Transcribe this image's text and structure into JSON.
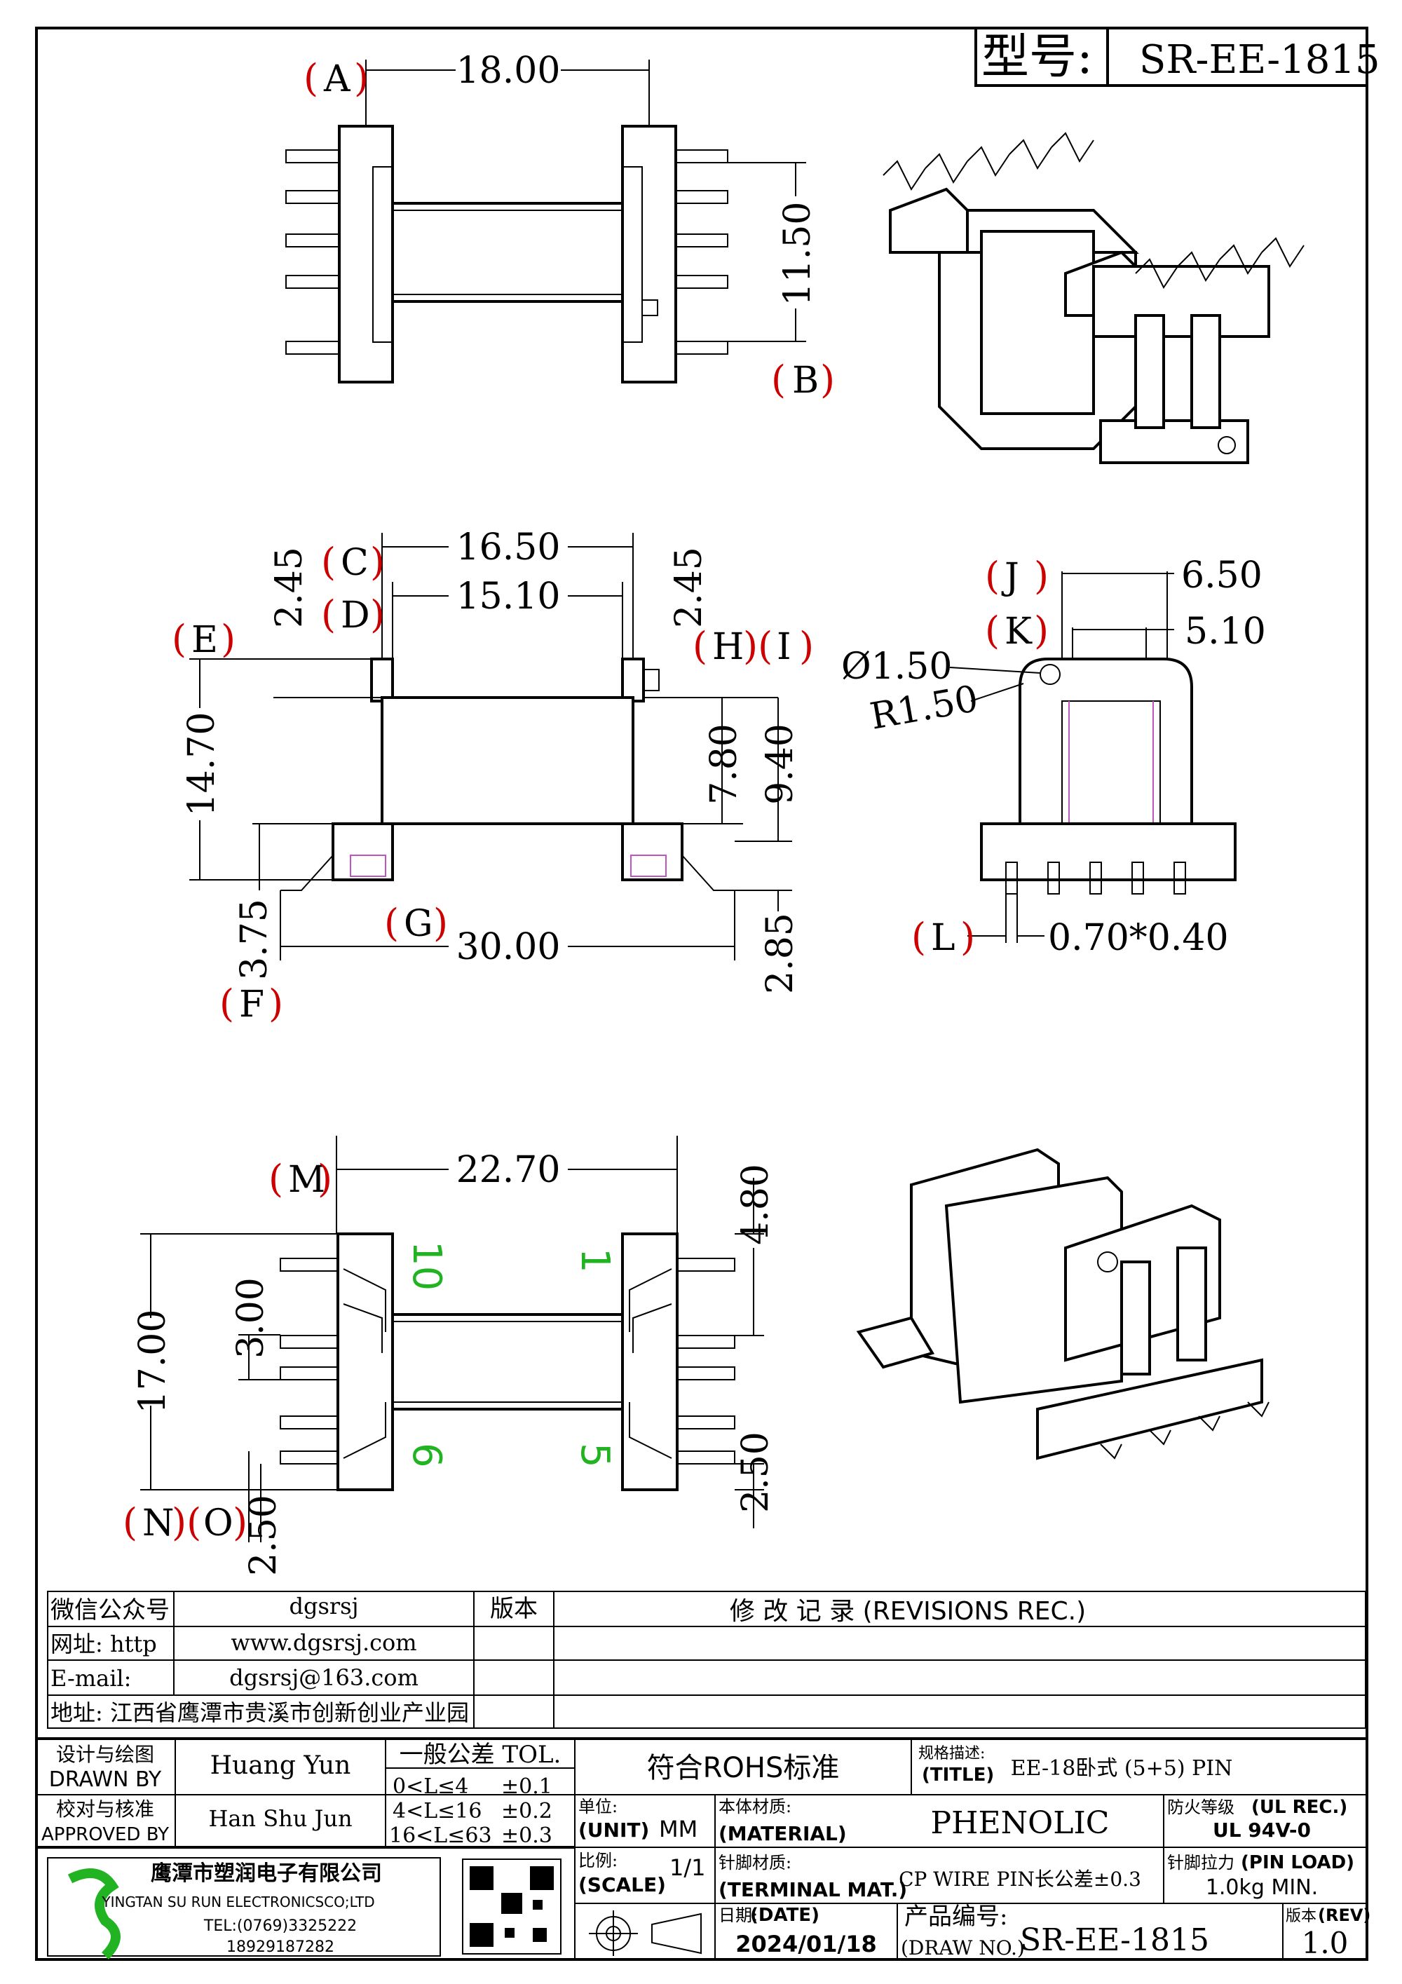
{
  "header": {
    "model_label": "型号:",
    "model_value": "SR-EE-1815"
  },
  "top_view": {
    "ref_a": "A",
    "dim_a": "18.00",
    "ref_b": "B",
    "dim_b": "11.50"
  },
  "front_view": {
    "ref_c": "C",
    "dim_c": "16.50",
    "ref_d": "D",
    "dim_d": "15.10",
    "dim_245_left": "2.45",
    "dim_245_right": "2.45",
    "ref_e": "E",
    "dim_e": "14.70",
    "ref_h": "H",
    "ref_i": "I",
    "dim_h": "7.80",
    "dim_i": "9.40",
    "ref_g": "G",
    "dim_g": "30.00",
    "ref_f": "F",
    "dim_f": "3.75",
    "dim_285": "2.85"
  },
  "side_view": {
    "ref_j": "J",
    "dim_j": "6.50",
    "ref_k": "K",
    "dim_k": "5.10",
    "dia": "Ø1.50",
    "radius": "R1.50",
    "ref_l": "L",
    "dim_l": "0.70*0.40"
  },
  "bottom_view": {
    "ref_m": "M",
    "dim_m": "22.70",
    "dim_17": "17.00",
    "dim_3": "3.00",
    "dim_480": "4.80",
    "dim_250_right": "2.50",
    "ref_n": "N",
    "ref_o": "O",
    "dim_250_bottom": "2.50",
    "pin_10": "10",
    "pin_1": "1",
    "pin_6": "6",
    "pin_5": "5"
  },
  "info_table": {
    "wechat_label": "微信公众号",
    "wechat_value": "dgsrsj",
    "web_label": "网址: http",
    "web_value": "www.dgsrsj.com",
    "email_label": "E-mail:",
    "email_value": "dgsrsj@163.com",
    "address": "地址: 江西省鹰潭市贵溪市创新创业产业园",
    "version_label": "版本",
    "revisions_title": "修 改 记 录 (REVISIONS REC.)"
  },
  "title_block": {
    "drawn_by_cn": "设计与绘图",
    "drawn_by_en": "DRAWN BY",
    "drawn_by_name": "Huang Yun",
    "approved_cn": "校对与核准",
    "approved_en": "APPROVED BY",
    "approved_name": "Han Shu Jun",
    "tol_title": "一般公差 TOL.",
    "tol_rows": [
      {
        "range": "0<L≤4",
        "value": "±0.1"
      },
      {
        "range": "4<L≤16",
        "value": "±0.2"
      },
      {
        "range": "16<L≤63",
        "value": "±0.3"
      }
    ],
    "rohs": "符合ROHS标准",
    "spec_cn": "规格描述:",
    "spec_en": "(TITLE)",
    "spec_value": "EE-18卧式 (5+5) PIN",
    "unit_cn": "单位:",
    "unit_en": "(UNIT)",
    "unit_value": "MM",
    "material_cn": "本体材质:",
    "material_en": "(MATERIAL)",
    "material_value": "PHENOLIC",
    "flame_cn": "防火等级",
    "flame_en": "(UL REC.)",
    "flame_value": "UL 94V-0",
    "scale_cn": "比例:",
    "scale_en": "(SCALE)",
    "scale_value": "1/1",
    "terminal_cn": "针脚材质:",
    "terminal_en": "(TERMINAL MAT.)",
    "terminal_value": "CP WIRE  PIN长公差±0.3",
    "pinload_cn": "针脚拉力",
    "pinload_en": "(PIN LOAD)",
    "pinload_value": "1.0kg MIN.",
    "date_cn": "日期:",
    "date_en": "(DATE)",
    "date_value": "2024/01/18",
    "drawno_cn": "产品编号:",
    "drawno_en": "(DRAW NO.)",
    "drawno_value": "SR-EE-1815",
    "rev_cn": "版本",
    "rev_en": "(REV)",
    "rev_value": "1.0",
    "company_cn": "鹰潭市塑润电子有限公司",
    "company_en": "YINGTAN SU RUN ELECTRONICSCO;LTD",
    "tel": "TEL:(0769)3325222",
    "phone": "18929187282"
  }
}
